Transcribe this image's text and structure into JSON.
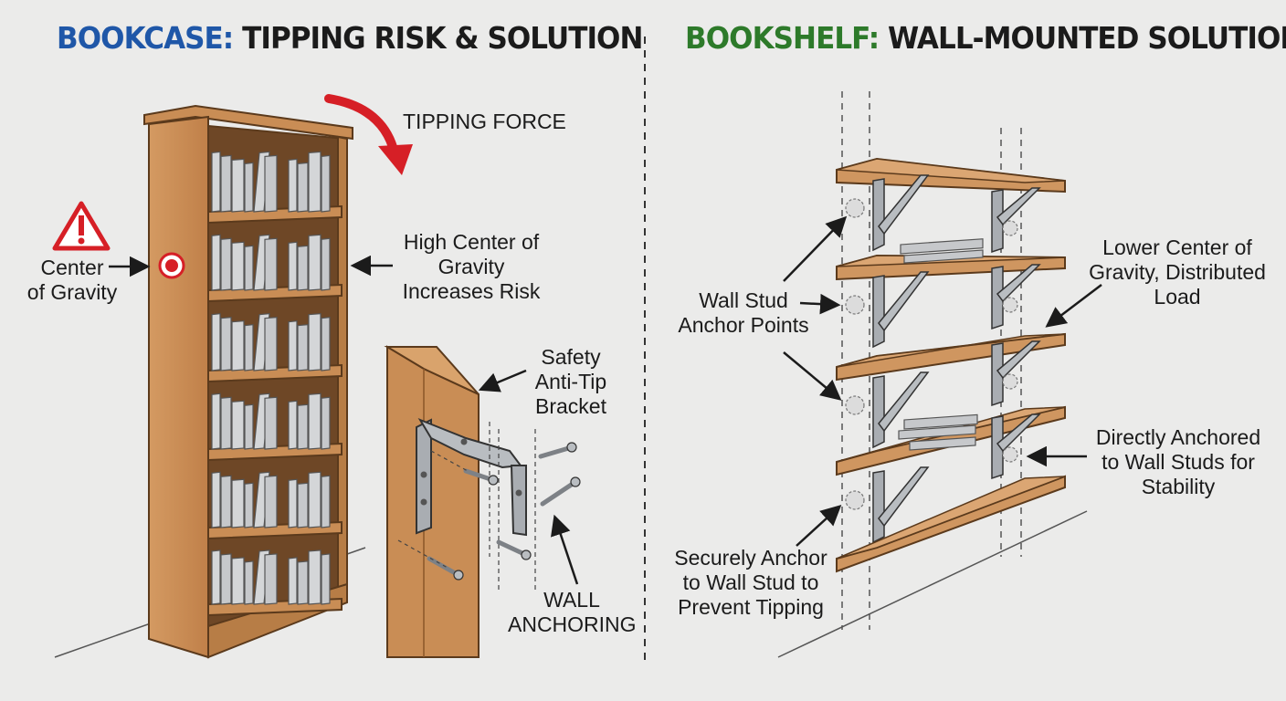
{
  "colors": {
    "background": "#ebebea",
    "left_accent": "#1f57a8",
    "right_accent": "#2d7a2a",
    "warning_red": "#d61f26",
    "wood": "#c98d55",
    "wood_dark": "#8a5628",
    "metal": "#a9adb2",
    "book": "#c6c8cb",
    "ink": "#1b1b1b"
  },
  "left_panel": {
    "title_accent": "BOOKCASE:",
    "title_rest": " TIPPING RISK & SOLUTION",
    "labels": {
      "tipping_force": "TIPPING FORCE",
      "center_of_gravity": "Center\nof Gravity",
      "high_center": "High Center of\nGravity\nIncreases Risk",
      "anti_tip_bracket": "Safety\nAnti-Tip\nBracket",
      "wall_anchoring": "WALL\nANCHORING"
    },
    "icons": [
      "warning-icon",
      "center-of-gravity-marker",
      "tipping-force-arrow"
    ]
  },
  "right_panel": {
    "title_accent": "BOOKSHELF:",
    "title_rest": " WALL-MOUNTED SOLUTION",
    "labels": {
      "wall_stud_anchor_points": "Wall Stud\nAnchor Points",
      "lower_center": "Lower Center of\nGravity, Distributed\nLoad",
      "directly_anchored": "Directly Anchored\nto Wall Studs for\nStability",
      "securely_anchor": "Securely Anchor\nto Wall Stud to\nPrevent Tipping"
    }
  }
}
